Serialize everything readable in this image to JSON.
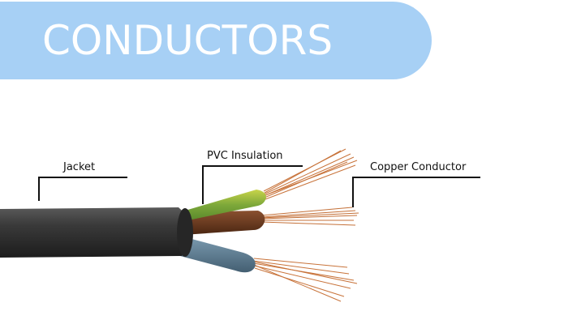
{
  "banner": {
    "title": "CONDUCTORS",
    "color": "#a7d0f5"
  },
  "labels": {
    "jacket": "Jacket",
    "insulation": "PVC Insulation",
    "conductor": "Copper Conductor"
  },
  "colors": {
    "jacket": "#2e2e2e",
    "wire_green_yellow": "#8fb03a",
    "wire_brown": "#6b3a1e",
    "wire_blue": "#5d7d93",
    "copper": "#c8733a"
  }
}
